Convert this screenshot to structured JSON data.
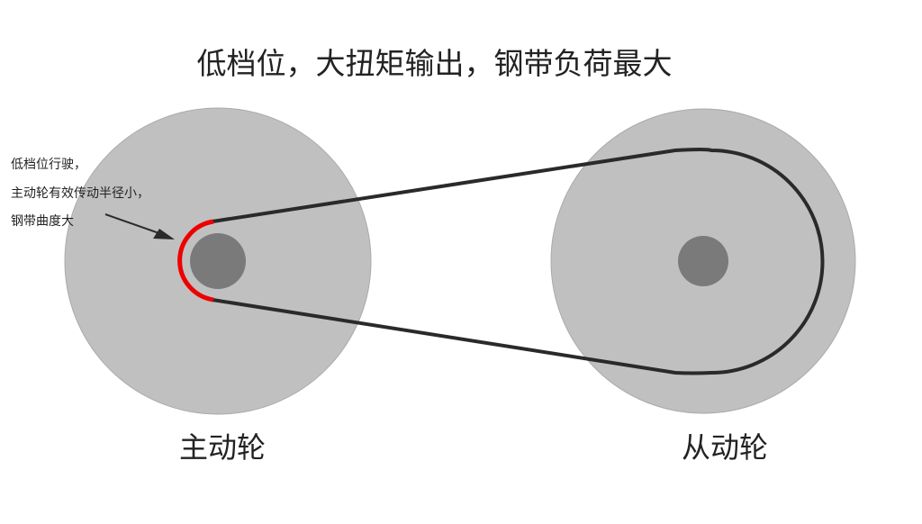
{
  "title": "低档位，大扭矩输出，钢带负荷最大",
  "annotation": [
    "低档位行驶，",
    "主动轮有效传动半径小，",
    "钢带曲度大"
  ],
  "labels": {
    "driving": "主动轮",
    "driven": "从动轮"
  },
  "colors": {
    "wheel": "#c0c0c0",
    "hub": "#7a7a7a",
    "belt": "#2a2a2a",
    "contact_arc": "#ee0000"
  }
}
